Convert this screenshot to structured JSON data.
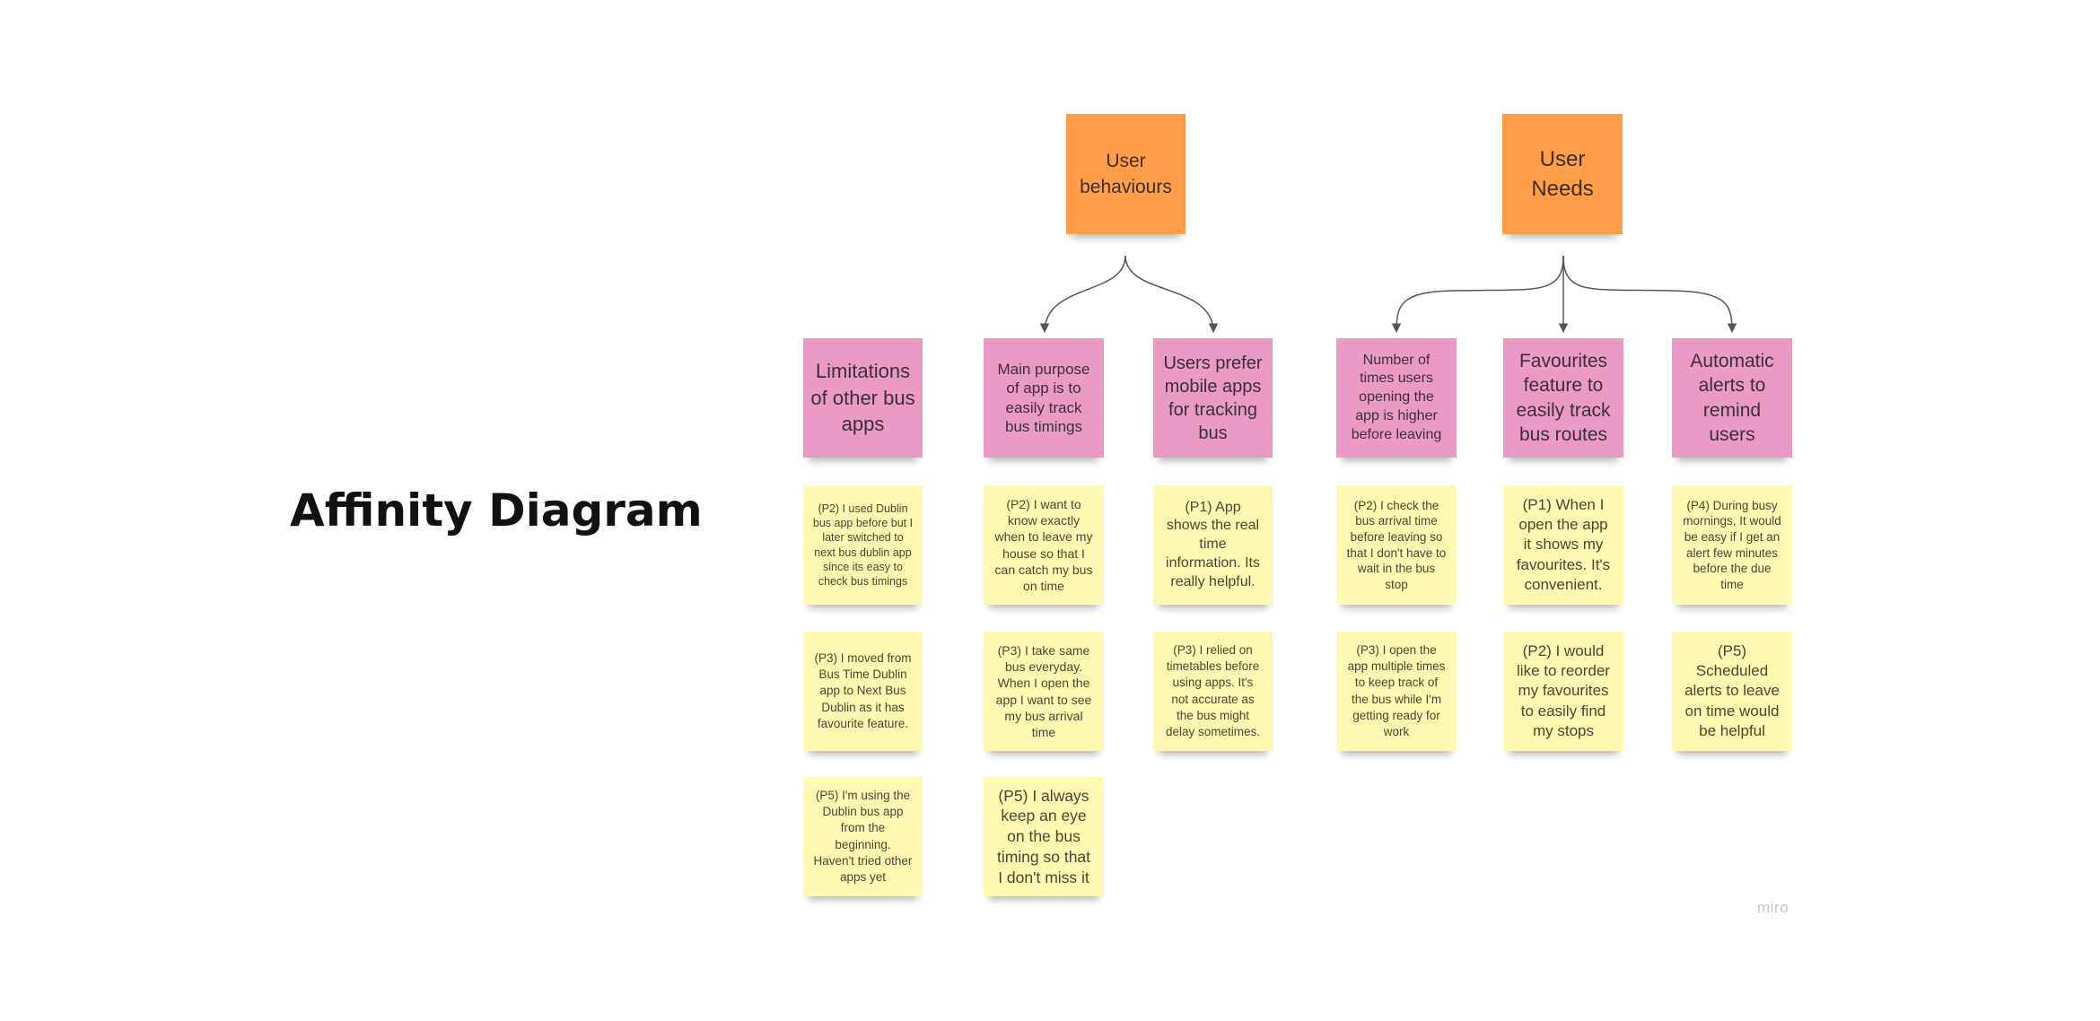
{
  "title": "Affinity Diagram",
  "watermark": "miro",
  "colors": {
    "header": "#ff9d48",
    "category": "#ea9ac5",
    "insight": "#fff9b1",
    "connector": "#555555"
  },
  "headers": [
    {
      "text": "User behaviours"
    },
    {
      "text": "User Needs"
    }
  ],
  "categories": [
    {
      "text": "Limitations of other bus apps"
    },
    {
      "text": "Main purpose of app is to easily track bus timings"
    },
    {
      "text": "Users prefer mobile apps for tracking bus"
    },
    {
      "text": "Number of times users opening the app is higher before leaving"
    },
    {
      "text": "Favourites feature to easily track bus routes"
    },
    {
      "text": "Automatic alerts to remind users"
    }
  ],
  "notes": [
    {
      "text": "(P2) I used Dublin bus app before but I later switched to next bus dublin app since its easy to check bus timings"
    },
    {
      "text": "(P3) I moved from Bus Time Dublin app to Next Bus Dublin as it has favourite feature."
    },
    {
      "text": "(P5) I'm using the Dublin bus app from the beginning. Haven't tried other apps yet"
    },
    {
      "text": "(P2) I want to know exactly when to leave my house so that I can catch my bus on time"
    },
    {
      "text": "(P3) I take same bus everyday. When I open the app I want to see my bus arrival time"
    },
    {
      "text": "(P5) I always keep an eye on the bus timing so that I don't miss it"
    },
    {
      "text": "(P1) App shows the real time information. Its really helpful."
    },
    {
      "text": "(P3) I relied on timetables before using apps. It's not accurate as the bus might delay sometimes."
    },
    {
      "text": "(P2) I check the bus arrival time before leaving so that I don't have to wait in the bus stop"
    },
    {
      "text": "(P3) I open the app multiple times to keep track of the bus while I'm getting ready for work"
    },
    {
      "text": "(P1) When I open the app it shows my favourites. It's convenient."
    },
    {
      "text": "(P2) I would like to reorder my favourites to easily find my stops"
    },
    {
      "text": "(P4) During busy mornings, It would be easy if I get an alert few minutes before the due time"
    },
    {
      "text": "(P5) Scheduled alerts to leave on time would be helpful"
    }
  ]
}
